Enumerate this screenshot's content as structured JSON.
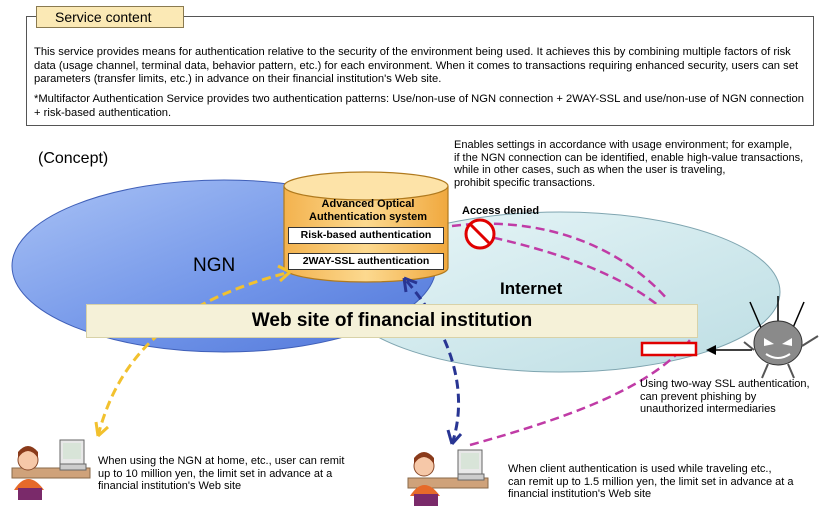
{
  "service": {
    "tab_title": "Service content",
    "paragraph1": "This service provides means for authentication relative to the security of the environment being used. It achieves this by combining multiple factors of risk data (usage channel, terminal data, behavior pattern, etc.) for each environment. When it comes to transactions requiring enhanced security, users can set parameters (transfer limits, etc.) in advance on their financial institution's Web site.",
    "paragraph2": "*Multifactor Authentication Service provides two authentication patterns: Use/non-use of NGN connection + 2WAY-SSL and use/non-use of NGN connection + risk-based authentication."
  },
  "diagram": {
    "concept_label": "(Concept)",
    "ngn_label": "NGN",
    "internet_label": "Internet",
    "website_label": "Web site of financial institution",
    "system": {
      "title_line1": "Advanced Optical",
      "title_line2": "Authentication system",
      "risk_auth": "Risk-based authentication",
      "ssl_auth": "2WAY-SSL authentication"
    },
    "access_denied": "Access denied",
    "usage_note": [
      "Enables settings in accordance with usage environment; for example,",
      "if the NGN connection can be identified, enable high-value transactions,",
      "while in other cases, such as when the user is traveling,",
      "prohibit specific transactions."
    ],
    "ssl_note": [
      "Using two-way SSL authentication,",
      "can prevent phishing by",
      "unauthorized intermediaries"
    ],
    "home_note": [
      "When using the NGN at home, etc., user can remit",
      "up to 10 million yen, the limit set in advance at a",
      "financial institution's Web site"
    ],
    "travel_note": [
      "When client authentication is used while traveling etc.,",
      "can remit up to 1.5 million yen, the limit set in advance at a",
      "financial institution's Web site"
    ]
  },
  "colors": {
    "ngn": "#6f93e8",
    "internet": "#d6ecef",
    "cylinder": "#f9c773",
    "home_arrow": "#f2c12e",
    "travel_arrow": "#283593",
    "phish_arrow": "#c03ba6",
    "deny": "#e00000"
  },
  "icons": [
    "user-at-home-icon",
    "user-traveling-icon",
    "phishing-intruder-icon",
    "prohibited-icon",
    "ssl-lock-bar-icon"
  ]
}
